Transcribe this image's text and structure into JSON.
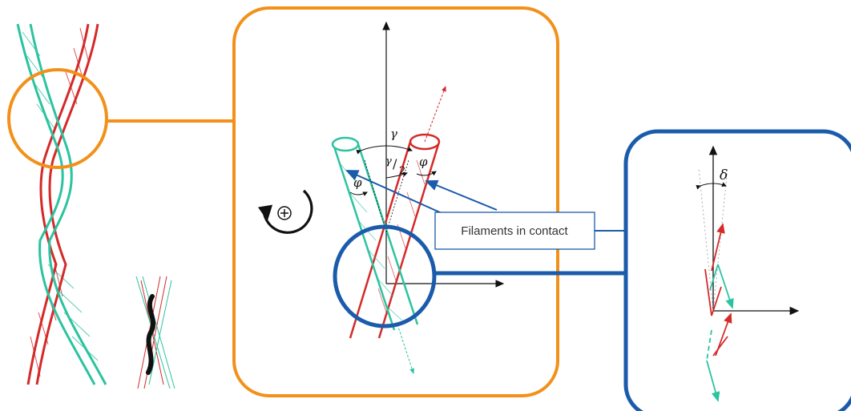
{
  "colors": {
    "orange": "#f39019",
    "blue": "#1b5bab",
    "teal": "#2cc3a0",
    "red": "#d42a2a",
    "black": "#111111"
  },
  "labels": {
    "contact_callout": "Filaments in contact",
    "gamma": "γ",
    "gamma_half_num": "γ",
    "gamma_half_den": "2",
    "phi": "φ",
    "delta": "δ",
    "rotation_symbol": "⊕"
  }
}
